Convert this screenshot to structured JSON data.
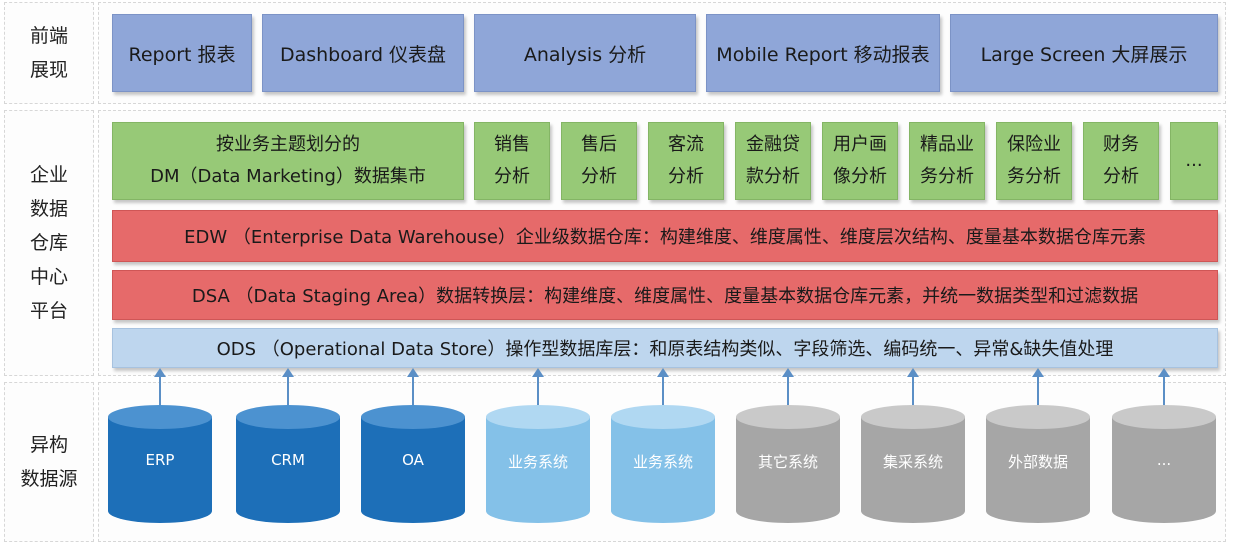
{
  "layers": {
    "frontend": {
      "label": "前端\n展现"
    },
    "platform": {
      "label": "企业\n数据\n仓库\n中心\n平台"
    },
    "sources": {
      "label": "异构\n数据源"
    }
  },
  "frontend_items": [
    "Report 报表",
    "Dashboard 仪表盘",
    "Analysis 分析",
    "Mobile Report 移动报表",
    "Large Screen 大屏展示"
  ],
  "dm": {
    "main": "按业务主题划分的\nDM（Data Marketing）数据集市",
    "subjects": [
      "销售\n分析",
      "售后\n分析",
      "客流\n分析",
      "金融贷\n款分析",
      "用户画\n像分析",
      "精品业\n务分析",
      "保险业\n务分析",
      "财务\n分析",
      "..."
    ]
  },
  "edw": "EDW （Enterprise Data Warehouse）企业级数据仓库：构建维度、维度属性、维度层次结构、度量基本数据仓库元素",
  "dsa": "DSA （Data Staging Area）数据转换层：构建维度、维度属性、度量基本数据仓库元素，并统一数据类型和过滤数据",
  "ods": "ODS （Operational Data Store）操作型数据库层：和原表结构类似、字段筛选、编码统一、异常&缺失值处理",
  "data_sources": [
    {
      "label": "ERP",
      "style": "dark"
    },
    {
      "label": "CRM",
      "style": "dark"
    },
    {
      "label": "OA",
      "style": "dark"
    },
    {
      "label": "业务系统",
      "style": "light"
    },
    {
      "label": "业务系统",
      "style": "light"
    },
    {
      "label": "其它系统",
      "style": "gray"
    },
    {
      "label": "集采系统",
      "style": "gray"
    },
    {
      "label": "外部数据",
      "style": "gray"
    },
    {
      "label": "...",
      "style": "gray"
    }
  ],
  "colors": {
    "frontend": "#8fa6d8",
    "data_mart": "#97c977",
    "warehouse": "#e66a6a",
    "ods": "#bed6ee",
    "source_dark": "#1d6fb8",
    "source_light": "#84c1e8",
    "source_gray": "#a6a6a6"
  }
}
